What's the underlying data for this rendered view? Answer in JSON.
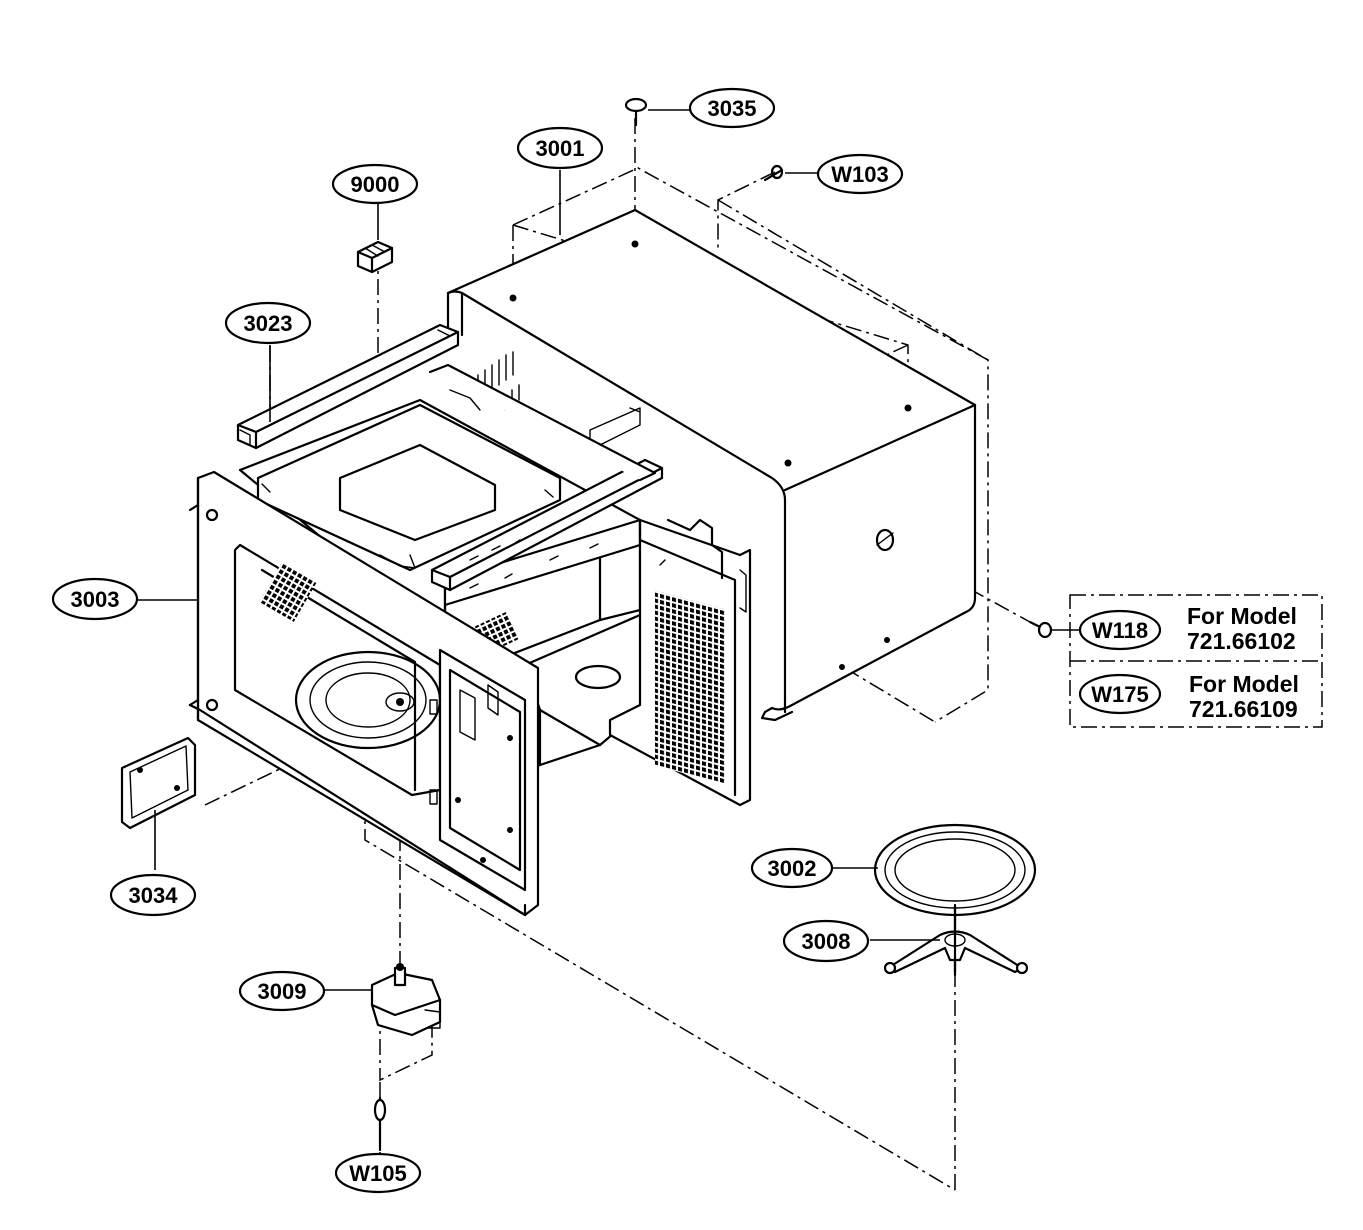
{
  "parts": {
    "p3035": "3035",
    "p3001": "3001",
    "pW103": "W103",
    "p9000": "9000",
    "p3023": "3023",
    "p3003": "3003",
    "pW118": "W118",
    "pW175": "W175",
    "p3034": "3034",
    "p3002": "3002",
    "p3008": "3008",
    "p3009": "3009",
    "pW105": "W105"
  },
  "model_notes": {
    "w118": {
      "line1": "For Model",
      "line2": "721.66102"
    },
    "w175": {
      "line1": "For Model",
      "line2": "721.66109"
    }
  }
}
